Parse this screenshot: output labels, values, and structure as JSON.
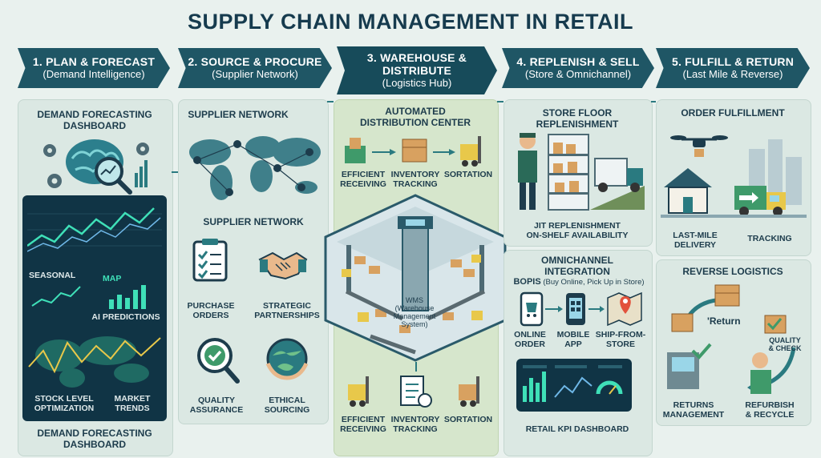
{
  "title": "SUPPLY CHAIN MANAGEMENT IN RETAIL",
  "stages": [
    {
      "line1": "1. PLAN & FORECAST",
      "line2": "(Demand Intelligence)"
    },
    {
      "line1": "2. SOURCE & PROCURE",
      "line2": "(Supplier Network)"
    },
    {
      "line1": "3. WAREHOUSE &",
      "line1b": "DISTRIBUTE",
      "line2": "(Logistics Hub)"
    },
    {
      "line1": "4. REPLENISH & SELL",
      "line2": "(Store & Omnichannel)"
    },
    {
      "line1": "5. FULFILL & RETURN",
      "line2": "(Last Mile & Reverse)"
    }
  ],
  "plan": {
    "panel_title_1": "DEMAND FORECASTING",
    "panel_title_2": "DASHBOARD",
    "seasonal": "SEASONAL",
    "map": "MAP",
    "ai_predictions": "AI PREDICTIONS",
    "stock_1": "STOCK LEVEL",
    "stock_2": "OPTIMIZATION",
    "market_1": "MARKET",
    "market_2": "TRENDS",
    "footer_1": "DEMAND FORECASTING",
    "footer_2": "DASHBOARD"
  },
  "source": {
    "panel_title": "SUPPLIER NETWORK",
    "network_label": "SUPPLIER NETWORK",
    "po_1": "PURCHASE",
    "po_2": "ORDERS",
    "sp_1": "STRATEGIC",
    "sp_2": "PARTNERSHIPS",
    "qa_1": "QUALITY",
    "qa_2": "ASSURANCE",
    "es_1": "ETHICAL",
    "es_2": "SOURCING"
  },
  "warehouse": {
    "title_1": "AUTOMATED",
    "title_2": "DISTRIBUTION CENTER",
    "top_receiving_1": "EFFICIENT",
    "top_receiving_2": "RECEIVING",
    "top_tracking_1": "INVENTORY",
    "top_tracking_2": "TRACKING",
    "top_sortation": "SORTATION",
    "wms_1": "WMS",
    "wms_2": "(Warehouse",
    "wms_3": "Management",
    "wms_4": "System)",
    "bot_receiving_1": "EFFICIENT",
    "bot_receiving_2": "RECEIVING",
    "bot_tracking_1": "INVENTORY",
    "bot_tracking_2": "TRACKING",
    "bot_sortation": "SORTATION"
  },
  "replenish": {
    "title_1": "STORE FLOOR",
    "title_2": "REPLENISHMENT",
    "jit_1": "JIT REPLENISHMENT",
    "jit_2": "ON-SHELF AVAILABILITY",
    "omni_1": "OMNICHANNEL",
    "omni_2": "INTEGRATION",
    "bopis_bold": "BOPIS",
    "bopis_rest": "(Buy Online, Pick Up in Store)",
    "online_1": "ONLINE",
    "online_2": "ORDER",
    "mobile_1": "MOBILE",
    "mobile_2": "APP",
    "ship_1": "SHIP-FROM-",
    "ship_2": "STORE",
    "kpi": "RETAIL KPI DASHBOARD"
  },
  "fulfill": {
    "title": "ORDER FULFILLMENT",
    "lastmile_1": "LAST-MILE",
    "lastmile_2": "DELIVERY",
    "tracking": "TRACKING",
    "reverse_title": "REVERSE LOGISTICS",
    "return_label": "'Return",
    "quality_1": "QUALITY",
    "quality_2": "& CHECK",
    "returns_1": "RETURNS",
    "returns_2": "MANAGEMENT",
    "refurb_1": "REFURBISH",
    "refurb_2": "& RECYCLE"
  },
  "colors": {
    "stage": "#1f5665",
    "accent": "#2a7a80",
    "panel": "#dbe8e3",
    "green_panel": "#d6e6cc",
    "dark": "#103445",
    "neon": "#3fe0b8"
  }
}
